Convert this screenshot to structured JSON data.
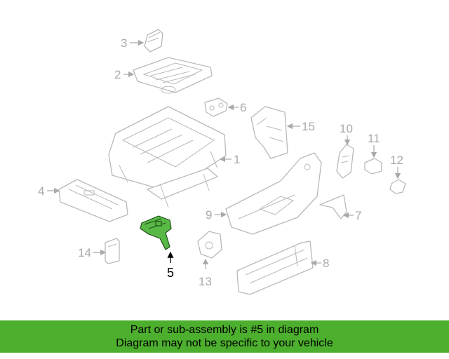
{
  "callouts": [
    "1",
    "2",
    "3",
    "4",
    "5",
    "6",
    "7",
    "8",
    "9",
    "10",
    "11",
    "12",
    "13",
    "14",
    "15"
  ],
  "highlighted_part": "5",
  "banner": {
    "background": "#4caf2e",
    "highlight_color": "#58b947",
    "line1": "Part or sub-assembly is #5 in diagram",
    "line2": "Diagram may not be specific to your vehicle"
  }
}
